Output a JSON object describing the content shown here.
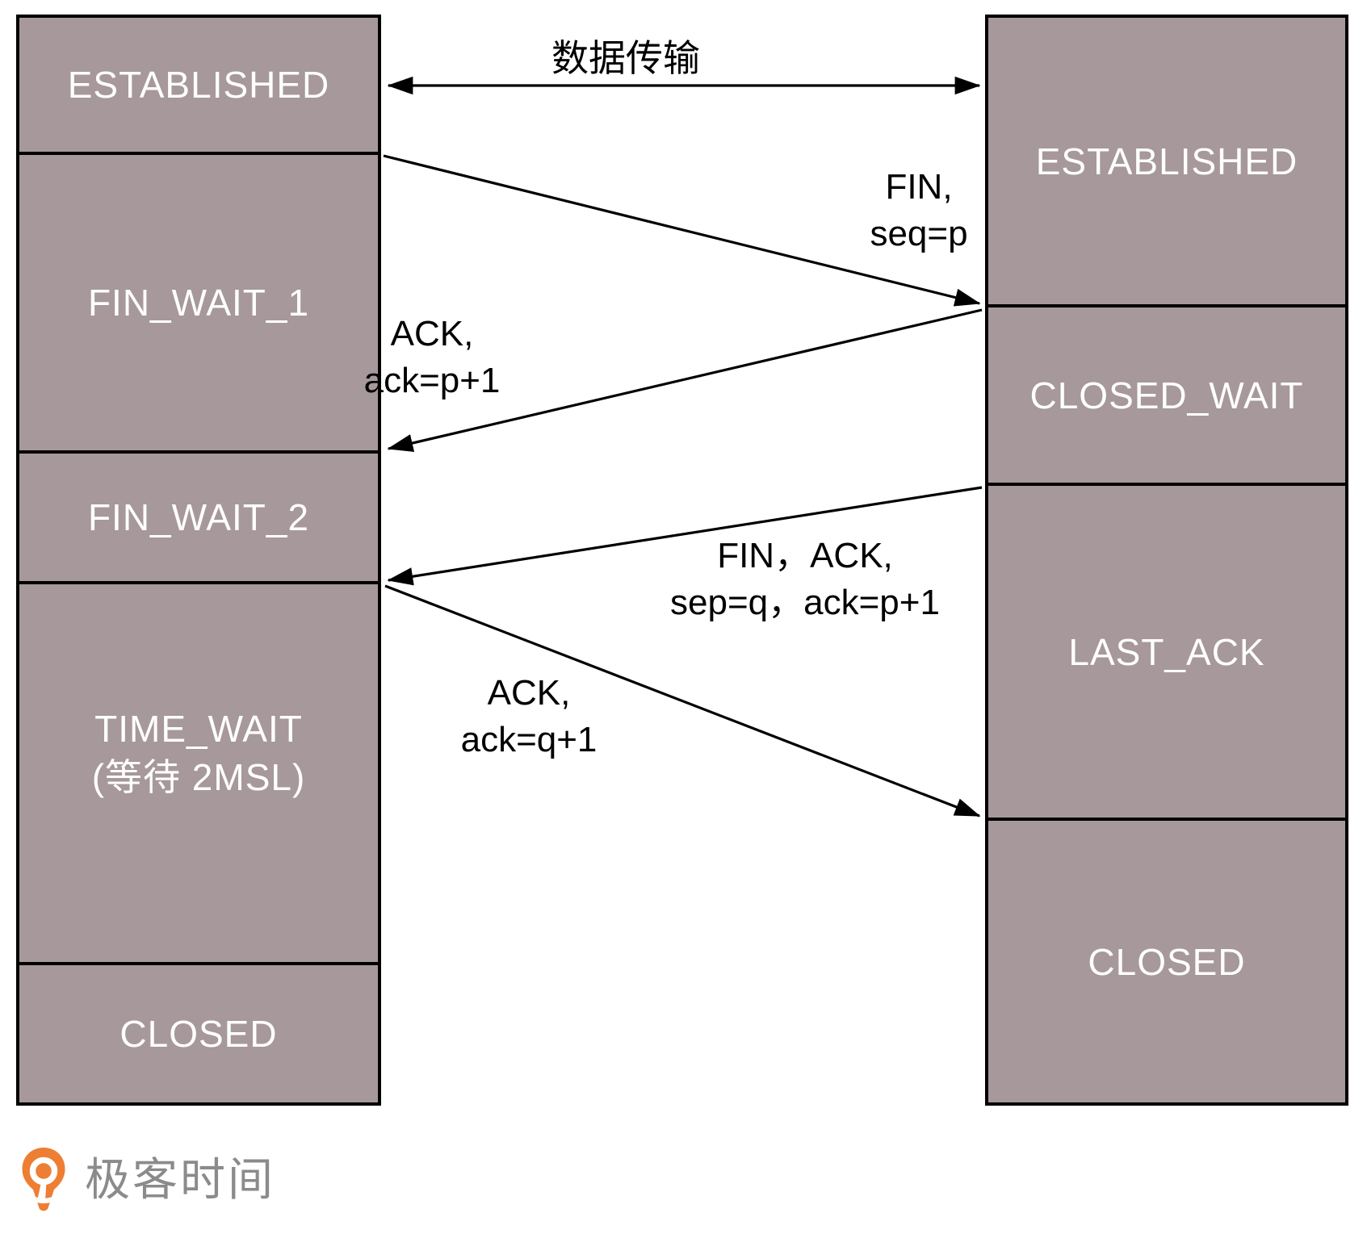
{
  "columns": {
    "left": {
      "states": [
        {
          "lines": [
            "ESTABLISHED"
          ]
        },
        {
          "lines": [
            "FIN_WAIT_1"
          ]
        },
        {
          "lines": [
            "FIN_WAIT_2"
          ]
        },
        {
          "lines": [
            "TIME_WAIT",
            "(等待 2MSL)"
          ]
        },
        {
          "lines": [
            "CLOSED"
          ]
        }
      ]
    },
    "right": {
      "states": [
        {
          "lines": [
            "ESTABLISHED"
          ]
        },
        {
          "lines": [
            "CLOSED_WAIT"
          ]
        },
        {
          "lines": [
            "LAST_ACK"
          ]
        },
        {
          "lines": [
            "CLOSED"
          ]
        }
      ]
    }
  },
  "messages": {
    "data_transfer": {
      "label": "数据传输"
    },
    "fin": {
      "lines": [
        "FIN,",
        "seq=p"
      ]
    },
    "ack_p": {
      "lines": [
        "ACK,",
        "ack=p+1"
      ]
    },
    "fin_ack": {
      "lines": [
        "FIN，ACK,",
        "sep=q，ack=p+1"
      ]
    },
    "ack_q": {
      "lines": [
        "ACK,",
        "ack=q+1"
      ]
    }
  },
  "branding": {
    "logo_text": "极客时间"
  },
  "colors": {
    "box_fill": "#a6989b",
    "box_border": "#000000",
    "box_text": "#ffffff",
    "arrow": "#000000",
    "logo_orange": "#ee7e33",
    "logo_gray": "#8b8b8b"
  }
}
